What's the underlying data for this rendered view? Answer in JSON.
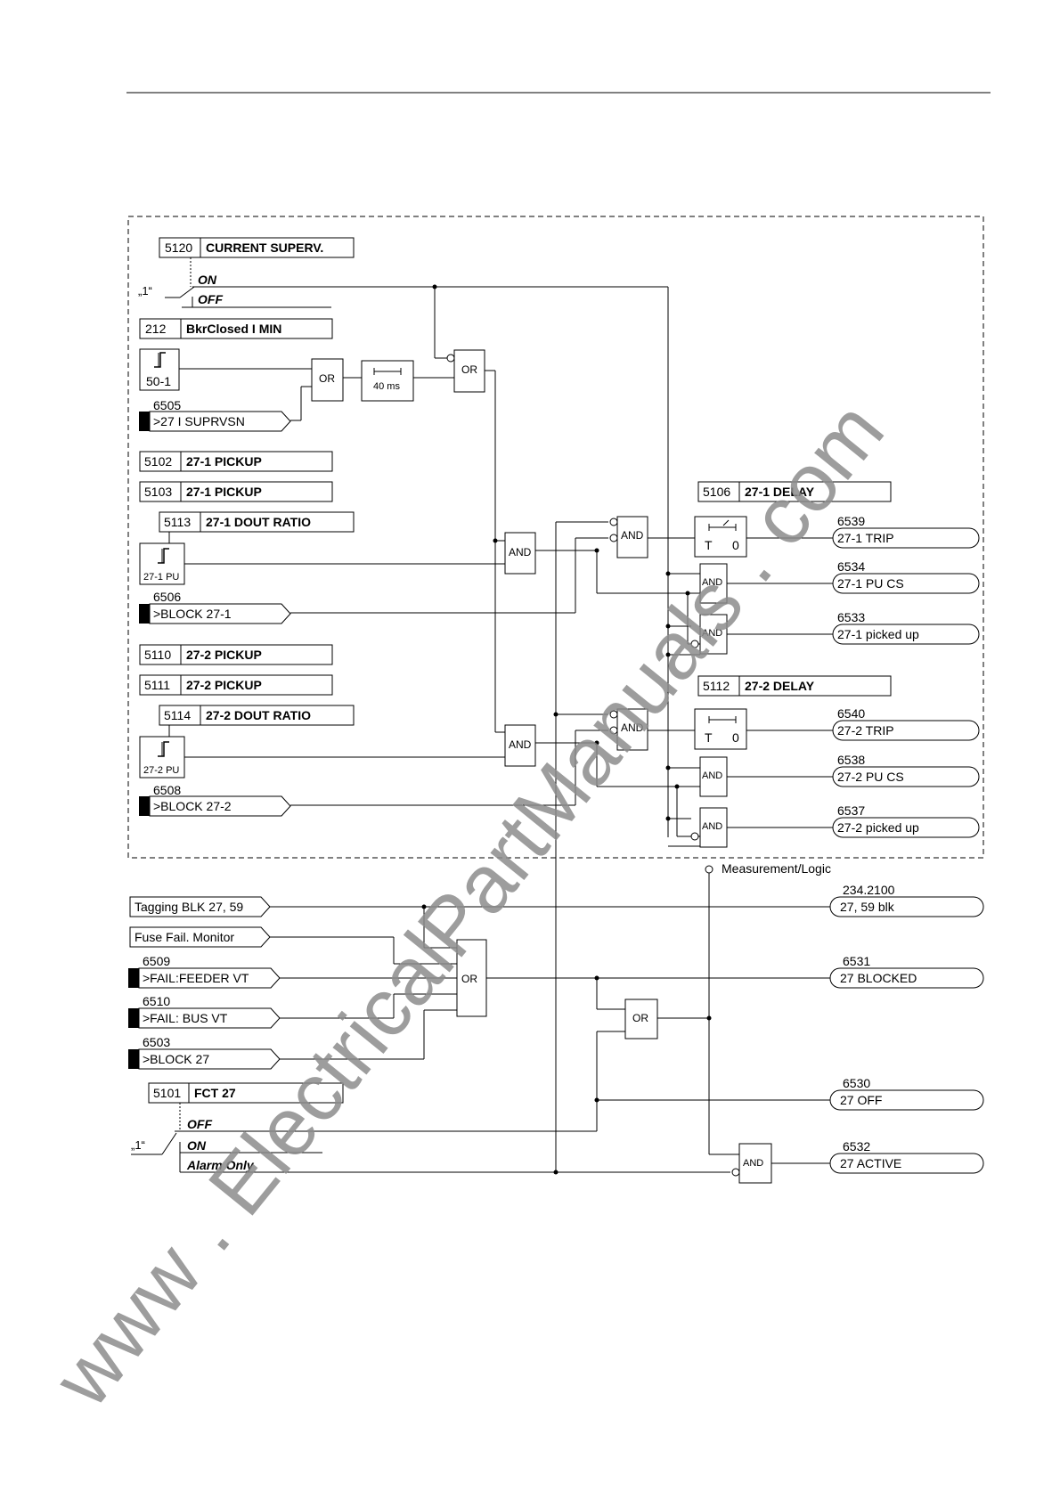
{
  "settings": {
    "s5120": {
      "num": "5120",
      "label": "CURRENT SUPERV."
    },
    "s212": {
      "num": "212",
      "label": "BkrClosed I MIN"
    },
    "s5102": {
      "num": "5102",
      "label": "27-1 PICKUP"
    },
    "s5103": {
      "num": "5103",
      "label": "27-1 PICKUP"
    },
    "s5113": {
      "num": "5113",
      "label": "27-1 DOUT RATIO"
    },
    "s5106": {
      "num": "5106",
      "label": "27-1 DELAY"
    },
    "s5110": {
      "num": "5110",
      "label": "27-2 PICKUP"
    },
    "s5111": {
      "num": "5111",
      "label": "27-2 PICKUP"
    },
    "s5114": {
      "num": "5114",
      "label": "27-2 DOUT RATIO"
    },
    "s5112": {
      "num": "5112",
      "label": "27-2 DELAY"
    },
    "s5101": {
      "num": "5101",
      "label": "FCT 27"
    }
  },
  "switch1": {
    "one": "„1“",
    "on": "ON",
    "off": "OFF"
  },
  "switch2": {
    "one": "„1“",
    "off": "OFF",
    "on": "ON",
    "alarm": "Alarm Only"
  },
  "relays": {
    "r501": "50-1",
    "r271": "27-1 PU",
    "r272": "27-2 PU"
  },
  "inputs": {
    "i6505": {
      "num": "6505",
      "label": ">27 I SUPRVSN"
    },
    "i6506": {
      "num": "6506",
      "label": ">BLOCK 27-1"
    },
    "i6508": {
      "num": "6508",
      "label": ">BLOCK 27-2"
    },
    "tag": {
      "label": "Tagging BLK 27, 59"
    },
    "ffm": {
      "label": "Fuse Fail. Monitor"
    },
    "i6509": {
      "num": "6509",
      "label": ">FAIL:FEEDER VT"
    },
    "i6510": {
      "num": "6510",
      "label": ">FAIL: BUS VT"
    },
    "i6503": {
      "num": "6503",
      "label": ">BLOCK 27"
    }
  },
  "gates": {
    "or": "OR",
    "and": "AND",
    "timer": "40 ms",
    "t": "T",
    "zero": "0"
  },
  "measurement": "Measurement/Logic",
  "outputs": {
    "o6539": {
      "num": "6539",
      "label": "27-1 TRIP"
    },
    "o6534": {
      "num": "6534",
      "label": "27-1 PU CS"
    },
    "o6533": {
      "num": "6533",
      "label": "27-1 picked up"
    },
    "o6540": {
      "num": "6540",
      "label": "27-2 TRIP"
    },
    "o6538": {
      "num": "6538",
      "label": "27-2 PU CS"
    },
    "o6537": {
      "num": "6537",
      "label": "27-2 picked up"
    },
    "o234": {
      "num": "234.2100",
      "label": "27, 59 blk"
    },
    "o6531": {
      "num": "6531",
      "label": "27 BLOCKED"
    },
    "o6530": {
      "num": "6530",
      "label": "27 OFF"
    },
    "o6532": {
      "num": "6532",
      "label": "27 ACTIVE"
    }
  },
  "watermark": "www . ElectricalPartManuals . com"
}
